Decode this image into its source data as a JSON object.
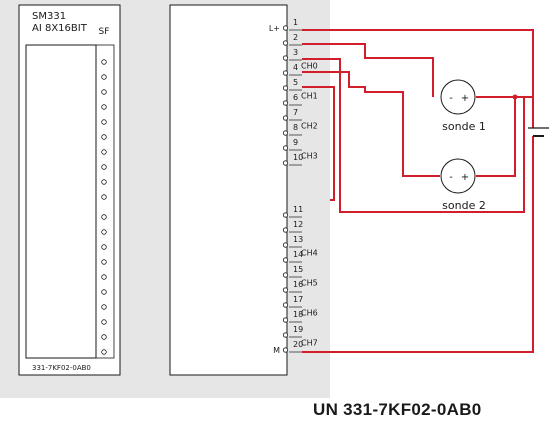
{
  "module": {
    "title": "SM331",
    "subtitle": "AI 8X16BIT",
    "sf_label": "SF",
    "order_number": "331-7KF02-0AB0"
  },
  "terminals": [
    {
      "number": "1",
      "label": "L+"
    },
    {
      "number": "2",
      "label": ""
    },
    {
      "number": "3",
      "label": ""
    },
    {
      "number": "4",
      "label": ""
    },
    {
      "number": "5",
      "label": ""
    },
    {
      "number": "6",
      "label": ""
    },
    {
      "number": "7",
      "label": ""
    },
    {
      "number": "8",
      "label": ""
    },
    {
      "number": "9",
      "label": ""
    },
    {
      "number": "10",
      "label": ""
    },
    {
      "number": "11",
      "label": ""
    },
    {
      "number": "12",
      "label": ""
    },
    {
      "number": "13",
      "label": ""
    },
    {
      "number": "14",
      "label": ""
    },
    {
      "number": "15",
      "label": ""
    },
    {
      "number": "16",
      "label": ""
    },
    {
      "number": "17",
      "label": ""
    },
    {
      "number": "18",
      "label": ""
    },
    {
      "number": "19",
      "label": ""
    },
    {
      "number": "20",
      "label": "M"
    }
  ],
  "channels": [
    "CH0",
    "CH1",
    "CH2",
    "CH3",
    "CH4",
    "CH5",
    "CH6",
    "CH7"
  ],
  "sensors": [
    {
      "name": "sonde 1",
      "minus": "-",
      "plus": "+"
    },
    {
      "name": "sonde 2",
      "minus": "-",
      "plus": "+"
    }
  ],
  "caption": "UN 331-7KF02-0AB0",
  "colors": {
    "wire": "#d01f2b",
    "line": "#1a1a1a",
    "panel": "#e6e6e6"
  }
}
